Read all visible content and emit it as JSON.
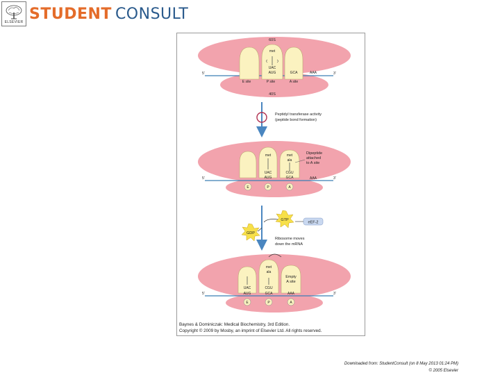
{
  "header": {
    "publisher_logo": "ELSEVIER",
    "brand_part1": "STUDENT",
    "brand_part2": "CONSULT"
  },
  "diagram": {
    "stage1": {
      "large_subunit": "60S",
      "small_subunit": "40S",
      "five_prime": "5'",
      "three_prime": "3'",
      "trna_amino": "met",
      "anticodon": "UAC",
      "codon": "AUG",
      "codon2": "GCA",
      "poly_a": "AAA",
      "e_site": "E site",
      "p_site": "P site",
      "a_site": "A site"
    },
    "step1": {
      "line1": "Peptidyl transferase activity",
      "line2": "(peptide bond formation)"
    },
    "stage2": {
      "trna1_amino": "met",
      "trna2_amino1": "met",
      "trna2_amino2": "ala",
      "anticodon1": "UAC",
      "anticodon2": "CGU",
      "codon1": "AUG",
      "codon2": "GCA",
      "poly_a": "AAA",
      "callout_line1": "Dipeptide",
      "callout_line2": "attached",
      "callout_line3": "to A site",
      "five_prime": "5'",
      "three_prime": "3'",
      "e": "E",
      "p": "P",
      "a": "A"
    },
    "step2": {
      "gtp": "GTP",
      "gdp": "GDP",
      "factor": "eEF-2",
      "move_line1": "Ribosome moves",
      "move_line2": "down the mRNA"
    },
    "stage3": {
      "amino1": "met",
      "amino2": "ala",
      "anticodon1": "UAC",
      "anticodon2": "CGU",
      "codon1": "AUG",
      "codon2": "GCA",
      "poly_a": "AAA",
      "empty_line1": "Empty",
      "empty_line2": "A site",
      "five_prime": "5'",
      "three_prime": "3'",
      "e": "E",
      "p": "P",
      "a": "A"
    },
    "credit_line1": "Baynes & Dominiczak: Medical Biochemistry, 3rd Edition.",
    "credit_line2": "Copyright © 2009 by Mosby, an imprint of Elsevier Ltd. All rights reserved."
  },
  "footer": {
    "line1": "Downloaded from: StudentConsult (on 8 May 2013 01:24 PM)",
    "line2": "© 2005 Elsevier"
  },
  "colors": {
    "ribosome_pink": "#f2a3ad",
    "trna_cream": "#fbf2c0",
    "mrna_blue": "#3b7fb5",
    "arrow_blue": "#4a86c0",
    "gtp_yellow": "#f7e04a",
    "brand_orange": "#e46c2a",
    "brand_blue": "#2a5a8c"
  }
}
